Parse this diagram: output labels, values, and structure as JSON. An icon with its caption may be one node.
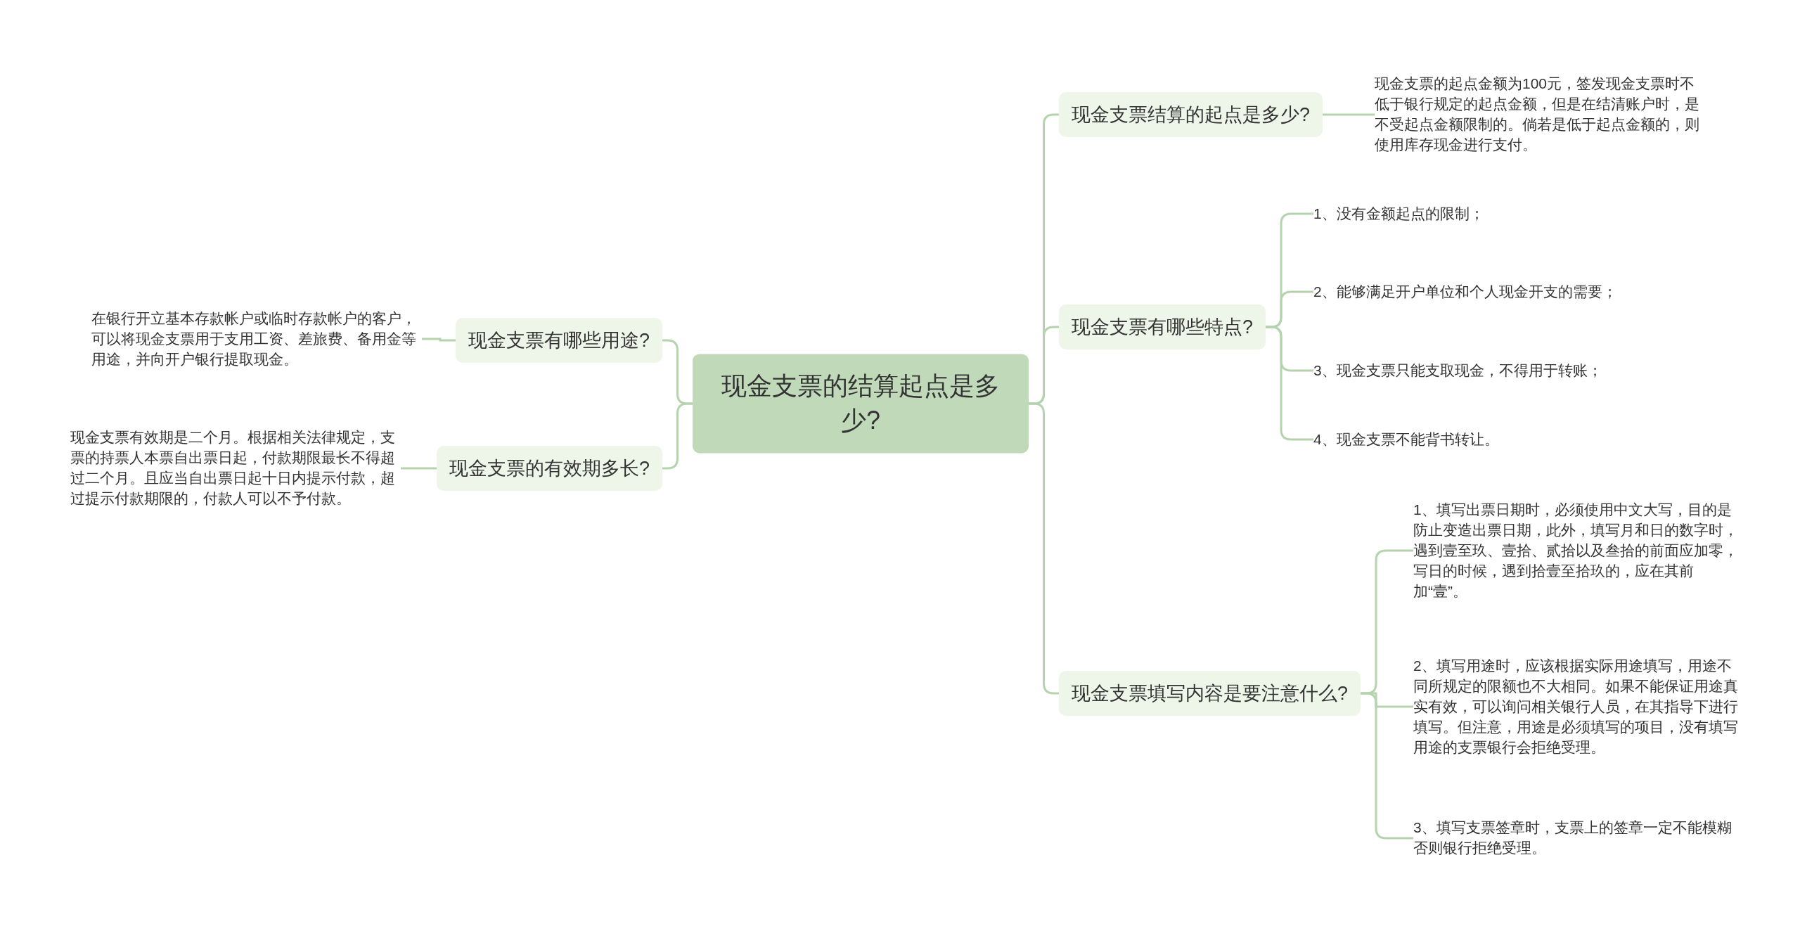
{
  "diagram": {
    "nodes": [
      {
        "text": [
          "现金支票的结算起点是多少?"
        ]
      },
      {
        "text": [
          "现金支票有哪些用途?"
        ]
      },
      {
        "text": [
          "在银行开立基本存款帐户或临时存款帐户的客户，可以将现金支票用于支用工资、差旅费、备用金等用途，并向开户银行提取现金。"
        ]
      },
      {
        "text": [
          "现金支票的有效期多长?"
        ]
      },
      {
        "text": [
          "现金支票有效期是二个月。根据相关法律规定，支票的持票人本票自出票日起，付款期限最长不得超过二个月。且应当自出票日起十日内提示付款，超过提示付款期限的，付款人可以不予付款。"
        ]
      },
      {
        "text": [
          "现金支票结算的起点是多少?"
        ]
      },
      {
        "text": [
          "现金支票的起点金额为100元，签发现金支票时不低于银行规定的起点金额，但是在结清账户时，是不受起点金额限制的。倘若是低于起点金额的，则使用库存现金进行支付。"
        ]
      },
      {
        "text": [
          "现金支票有哪些特点?"
        ]
      },
      {
        "text": [
          "1、没有金额起点的限制；"
        ]
      },
      {
        "text": [
          "2、能够满足开户单位和个人现金开支的需要；"
        ]
      },
      {
        "text": [
          "3、现金支票只能支取现金，不得用于转账；"
        ]
      },
      {
        "text": [
          "4、现金支票不能背书转让。"
        ]
      },
      {
        "text": [
          "现金支票填写内容是要注意什么?"
        ]
      },
      {
        "text": [
          "1、填写出票日期时，必须使用中文大写，目的是防止变造出票日期，此外，填写月和日的数字时，遇到壹至玖、壹拾、贰拾以及叁拾的前面应加零，写日的时候，遇到拾壹至拾玖的，应在其前加“壹”。"
        ]
      },
      {
        "text": [
          "2、填写用途时，应该根据实际用途填写，用途不同所规定的限额也不大相同。如果不能保证用途真实有效，可以询问相关银行人员，在其指导下进行填写。但注意，用途是必须填写的项目，没有填写用途的支票银行会拒绝受理。"
        ]
      },
      {
        "text": [
          "3、填写支票签章时，支票上的签章一定不能模糊否则银行拒绝受理。"
        ]
      }
    ],
    "edges": [
      {
        "from": 0,
        "to": 1,
        "arrow": "none"
      },
      {
        "from": 1,
        "to": 2,
        "arrow": "none"
      },
      {
        "from": 0,
        "to": 3,
        "arrow": "none"
      },
      {
        "from": 3,
        "to": 4,
        "arrow": "none"
      },
      {
        "from": 0,
        "to": 5,
        "arrow": "none"
      },
      {
        "from": 5,
        "to": 6,
        "arrow": "none"
      },
      {
        "from": 0,
        "to": 7,
        "arrow": "none"
      },
      {
        "from": 7,
        "to": 8,
        "arrow": "none"
      },
      {
        "from": 7,
        "to": 9,
        "arrow": "none"
      },
      {
        "from": 7,
        "to": 10,
        "arrow": "none"
      },
      {
        "from": 7,
        "to": 11,
        "arrow": "none"
      },
      {
        "from": 0,
        "to": 12,
        "arrow": "none"
      },
      {
        "from": 12,
        "to": 13,
        "arrow": "none"
      },
      {
        "from": 12,
        "to": 14,
        "arrow": "none"
      },
      {
        "from": 12,
        "to": 15,
        "arrow": "none"
      }
    ]
  }
}
